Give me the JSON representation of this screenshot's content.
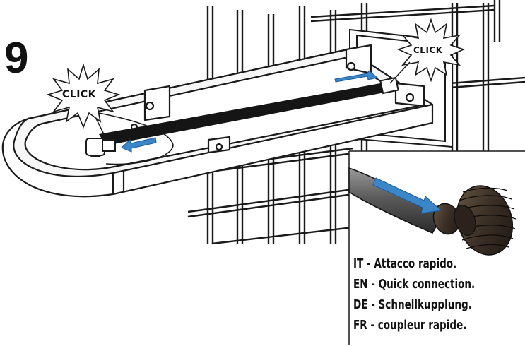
{
  "step": {
    "number": "9"
  },
  "click_labels": [
    "CLICK",
    "CLICK"
  ],
  "caption": {
    "lines": [
      "IT - Attacco rapido.",
      "EN - Quick connection.",
      "DE - Schnellkupplung.",
      "FR - coupleur rapide."
    ]
  },
  "colors": {
    "arrow": "#3a86c8",
    "strap": "#151515",
    "line": "#1a1a1a"
  }
}
